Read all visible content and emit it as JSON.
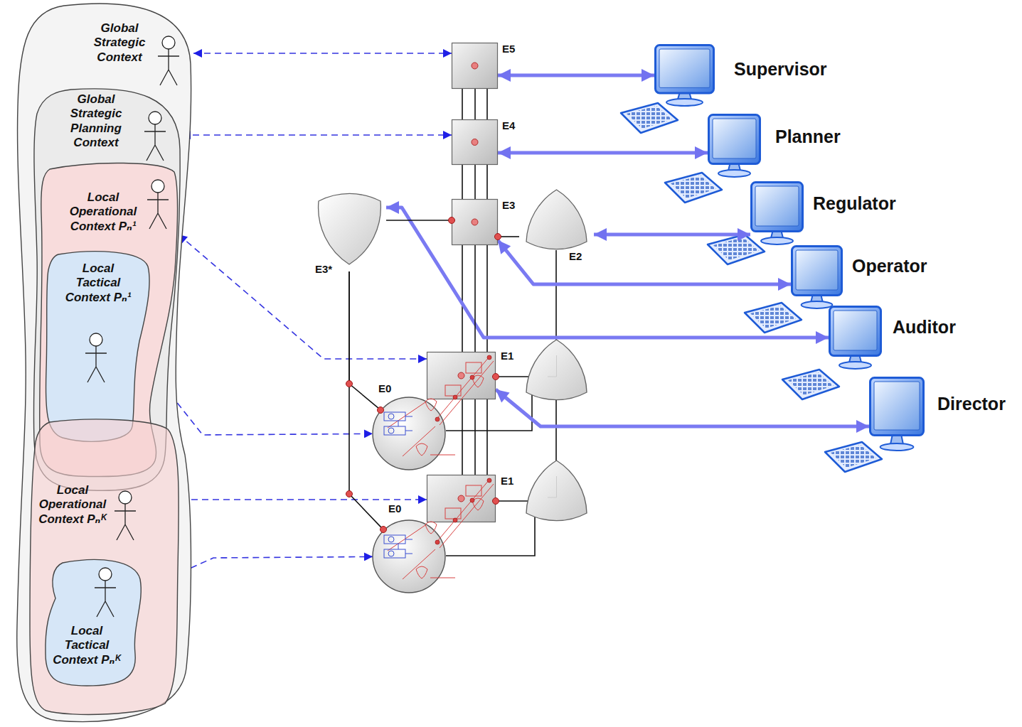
{
  "diagram": {
    "nodes": [
      {
        "text": [
          "Global Strategic Context"
        ]
      },
      {
        "text": [
          "Global Strategic Planning Context"
        ],
        "in": 0
      },
      {
        "text": [
          "Local Operational Context Pₙ¹"
        ],
        "in": 1
      },
      {
        "text": [
          "Local Tactical Context Pₙ¹"
        ],
        "in": 2
      },
      {
        "text": [
          "Local Operational Context Pₙᴷ"
        ],
        "in": 0
      },
      {
        "text": [
          "Local Tactical Context Pₙᴷ"
        ],
        "in": 4
      },
      {
        "text": [
          "E5"
        ]
      },
      {
        "text": [
          "E4"
        ]
      },
      {
        "text": [
          "E3*"
        ]
      },
      {
        "text": [
          "E3"
        ]
      },
      {
        "text": [
          "E2"
        ]
      },
      {
        "text": [
          "E1"
        ]
      },
      {
        "text": [
          "E0"
        ]
      },
      {
        "text": [
          "E1"
        ]
      },
      {
        "text": [
          "E0"
        ]
      },
      {
        "text": [
          "Supervisor"
        ]
      },
      {
        "text": [
          "Planner"
        ]
      },
      {
        "text": [
          "Regulator"
        ]
      },
      {
        "text": [
          "Operator"
        ]
      },
      {
        "text": [
          "Auditor"
        ]
      },
      {
        "text": [
          "Director"
        ]
      }
    ],
    "edges": [
      {
        "from": 0,
        "to": 6,
        "arrow": "both"
      },
      {
        "from": 1,
        "to": 7,
        "arrow": "both"
      },
      {
        "from": 2,
        "to": 11,
        "arrow": "both"
      },
      {
        "from": 3,
        "to": 12,
        "arrow": "both"
      },
      {
        "from": 4,
        "to": 13,
        "arrow": "both"
      },
      {
        "from": 5,
        "to": 14,
        "arrow": "both"
      },
      {
        "from": 15,
        "to": 6,
        "arrow": "both"
      },
      {
        "from": 16,
        "to": 7,
        "arrow": "both"
      },
      {
        "from": 17,
        "to": 10,
        "arrow": "both"
      },
      {
        "from": 18,
        "to": 9,
        "arrow": "both"
      },
      {
        "from": 19,
        "to": 8,
        "arrow": "both"
      },
      {
        "from": 20,
        "to": 11,
        "arrow": "both"
      },
      {
        "from": 6,
        "to": 7,
        "arrow": "none"
      },
      {
        "from": 7,
        "to": 9,
        "arrow": "none"
      },
      {
        "from": 8,
        "to": 9,
        "arrow": "none"
      },
      {
        "from": 9,
        "to": 10,
        "arrow": "none"
      },
      {
        "from": 9,
        "to": 11,
        "arrow": "none"
      },
      {
        "from": 11,
        "to": 13,
        "arrow": "none"
      },
      {
        "from": 8,
        "to": 12,
        "arrow": "none"
      },
      {
        "from": 8,
        "to": 14,
        "arrow": "none"
      }
    ]
  }
}
